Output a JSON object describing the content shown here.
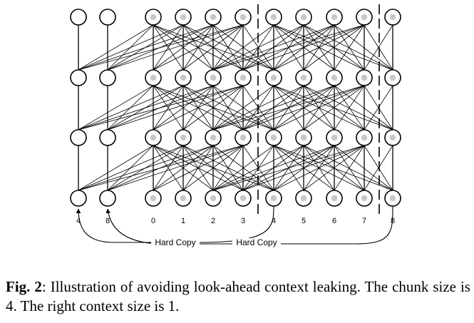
{
  "diagram": {
    "position_labels": [
      "4",
      "8",
      "0",
      "1",
      "2",
      "3",
      "4",
      "5",
      "6",
      "7",
      "8"
    ],
    "copy_labels": [
      "Hard Copy",
      "Hard Copy"
    ],
    "layer_count": 4,
    "chunk_size": 4,
    "right_context_size": 1
  },
  "caption": {
    "label": "Fig. 2",
    "text": ": Illustration of avoiding look-ahead context leaking. The chunk size is 4. The right context size is 1."
  }
}
